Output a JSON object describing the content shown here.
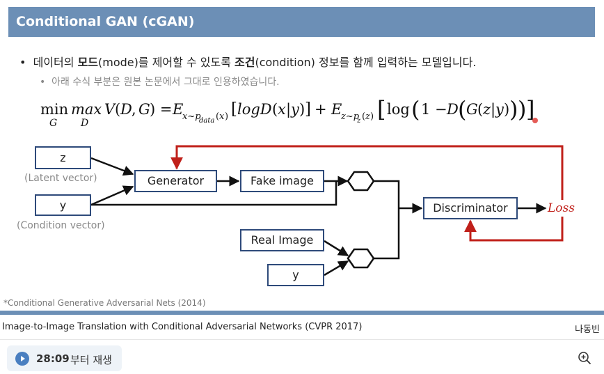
{
  "slide": {
    "title": "Conditional GAN (cGAN)",
    "bullet_main": {
      "t1": "데이터의 ",
      "b1": "모드",
      "t2": "(mode)를 제어할 수 있도록 ",
      "b2": "조건",
      "t3": "(condition) 정보를 함께 입력하는 모델입니다."
    },
    "bullet_sub": "아래 수식 부분은 원본 논문에서 그대로 인용하였습니다.",
    "citation": "*Conditional Generative Adversarial Nets (2014)"
  },
  "diagram": {
    "z_label": "z",
    "latent_caption": "(Latent vector)",
    "y_label": "y",
    "condition_caption": "(Condition vector)",
    "generator_label": "Generator",
    "fake_image_label": "Fake image",
    "discriminator_label": "Discriminator",
    "loss_label": "Loss",
    "real_image_label": "Real Image",
    "y2_label": "y"
  },
  "colors": {
    "title_bar": "#6c8fb6",
    "box_border": "#2e4a7a",
    "feedback_arrow": "#c0201a",
    "play_chip": "#eef3f8",
    "play_icon": "#4a7fc0"
  },
  "footer": {
    "lecture_title": "Image-to-Image Translation with Conditional Adversarial Networks (CVPR 2017)",
    "author": "나동빈"
  },
  "player": {
    "time": "28:09",
    "suffix": "부터 재생",
    "icons": [
      "play-icon",
      "zoom-in-icon"
    ]
  }
}
